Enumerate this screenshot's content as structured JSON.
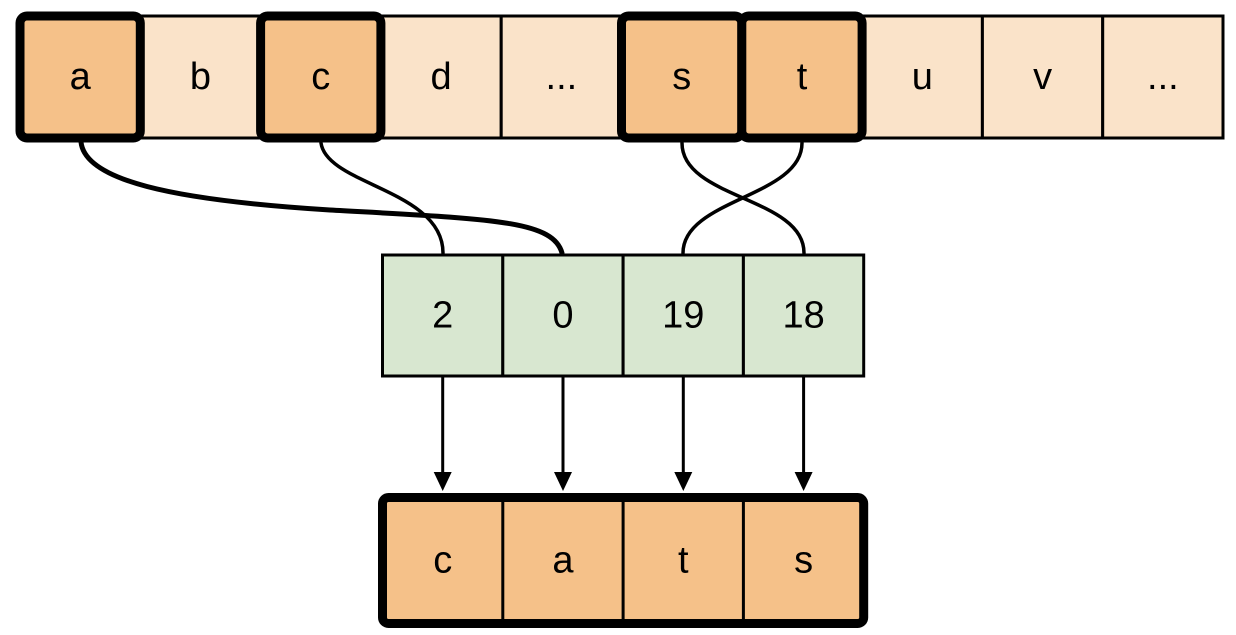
{
  "diagram": {
    "description": "letter-to-index token mapping for the word cats",
    "colors": {
      "cell_default": "#FAE3C9",
      "cell_highlight": "#F5C189",
      "index_cell": "#D8E7D0",
      "line": "#000000",
      "background": "#FFFFFF"
    },
    "alphabet_row": {
      "cells": [
        {
          "label": "a",
          "highlighted": true
        },
        {
          "label": "b",
          "highlighted": false
        },
        {
          "label": "c",
          "highlighted": true
        },
        {
          "label": "d",
          "highlighted": false
        },
        {
          "label": "...",
          "highlighted": false
        },
        {
          "label": "s",
          "highlighted": true
        },
        {
          "label": "t",
          "highlighted": true
        },
        {
          "label": "u",
          "highlighted": false
        },
        {
          "label": "v",
          "highlighted": false
        },
        {
          "label": "...",
          "highlighted": false
        }
      ]
    },
    "index_row": {
      "cells": [
        {
          "label": "2"
        },
        {
          "label": "0"
        },
        {
          "label": "19"
        },
        {
          "label": "18"
        }
      ]
    },
    "word_row": {
      "cells": [
        {
          "label": "c"
        },
        {
          "label": "a"
        },
        {
          "label": "t"
        },
        {
          "label": "s"
        }
      ]
    },
    "links_letter_to_index": [
      {
        "from_letter": "a",
        "to_index": "0"
      },
      {
        "from_letter": "c",
        "to_index": "2"
      },
      {
        "from_letter": "s",
        "to_index": "18"
      },
      {
        "from_letter": "t",
        "to_index": "19"
      }
    ],
    "arrows_index_to_word": [
      {
        "from_index": "2",
        "to_letter": "c"
      },
      {
        "from_index": "0",
        "to_letter": "a"
      },
      {
        "from_index": "19",
        "to_letter": "t"
      },
      {
        "from_index": "18",
        "to_letter": "s"
      }
    ]
  }
}
